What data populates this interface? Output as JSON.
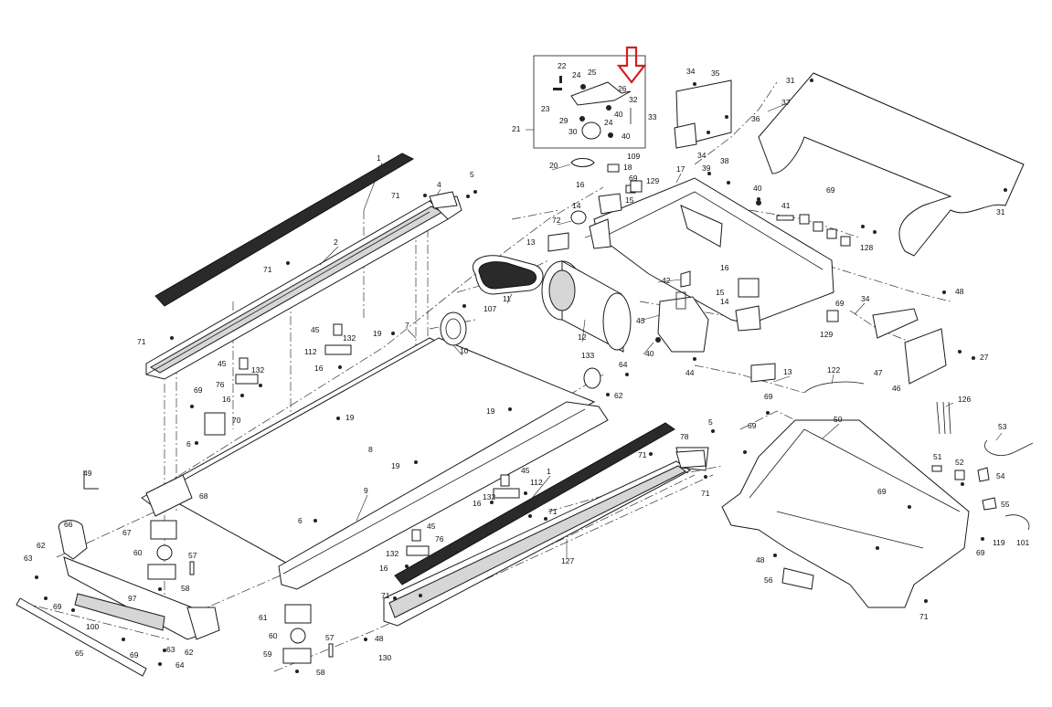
{
  "colors": {
    "highlight_arrow": "#d22020",
    "line": "#1a1a1a",
    "background": "#ffffff"
  },
  "icons": {
    "highlight": "down-arrow-icon"
  },
  "callouts": [
    {
      "id": "c1a",
      "text": "1"
    },
    {
      "id": "c1b",
      "text": "1"
    },
    {
      "id": "c2",
      "text": "2"
    },
    {
      "id": "c4",
      "text": "4"
    },
    {
      "id": "c5a",
      "text": "5"
    },
    {
      "id": "c5b",
      "text": "5"
    },
    {
      "id": "c6a",
      "text": "6"
    },
    {
      "id": "c6b",
      "text": "6"
    },
    {
      "id": "c7",
      "text": "7"
    },
    {
      "id": "c8",
      "text": "8"
    },
    {
      "id": "c9",
      "text": "9"
    },
    {
      "id": "c10",
      "text": "10"
    },
    {
      "id": "c11",
      "text": "11"
    },
    {
      "id": "c12",
      "text": "12"
    },
    {
      "id": "c13a",
      "text": "13"
    },
    {
      "id": "c13b",
      "text": "13"
    },
    {
      "id": "c14a",
      "text": "14"
    },
    {
      "id": "c14b",
      "text": "14"
    },
    {
      "id": "c15a",
      "text": "15"
    },
    {
      "id": "c15b",
      "text": "15"
    },
    {
      "id": "c16a",
      "text": "16"
    },
    {
      "id": "c16b",
      "text": "16"
    },
    {
      "id": "c16c",
      "text": "16"
    },
    {
      "id": "c16d",
      "text": "16"
    },
    {
      "id": "c16e",
      "text": "16"
    },
    {
      "id": "c16f",
      "text": "16"
    },
    {
      "id": "c17",
      "text": "17"
    },
    {
      "id": "c18",
      "text": "18"
    },
    {
      "id": "c19a",
      "text": "19"
    },
    {
      "id": "c19b",
      "text": "19"
    },
    {
      "id": "c19c",
      "text": "19"
    },
    {
      "id": "c19d",
      "text": "19"
    },
    {
      "id": "c20",
      "text": "20"
    },
    {
      "id": "c21",
      "text": "21"
    },
    {
      "id": "c22",
      "text": "22"
    },
    {
      "id": "c23",
      "text": "23"
    },
    {
      "id": "c24a",
      "text": "24"
    },
    {
      "id": "c24b",
      "text": "24"
    },
    {
      "id": "c25",
      "text": "25"
    },
    {
      "id": "c26",
      "text": "26"
    },
    {
      "id": "c27",
      "text": "27"
    },
    {
      "id": "c29",
      "text": "29"
    },
    {
      "id": "c30",
      "text": "30"
    },
    {
      "id": "c31a",
      "text": "31"
    },
    {
      "id": "c31b",
      "text": "31"
    },
    {
      "id": "c32",
      "text": "32"
    },
    {
      "id": "c33",
      "text": "33"
    },
    {
      "id": "c34a",
      "text": "34"
    },
    {
      "id": "c34b",
      "text": "34"
    },
    {
      "id": "c34c",
      "text": "34"
    },
    {
      "id": "c35",
      "text": "35"
    },
    {
      "id": "c36",
      "text": "36"
    },
    {
      "id": "c37",
      "text": "37"
    },
    {
      "id": "c38",
      "text": "38"
    },
    {
      "id": "c39",
      "text": "39"
    },
    {
      "id": "c40a",
      "text": "40"
    },
    {
      "id": "c40b",
      "text": "40"
    },
    {
      "id": "c40c",
      "text": "40"
    },
    {
      "id": "c40d",
      "text": "40"
    },
    {
      "id": "c41",
      "text": "41"
    },
    {
      "id": "c42",
      "text": "42"
    },
    {
      "id": "c43",
      "text": "43"
    },
    {
      "id": "c44",
      "text": "44"
    },
    {
      "id": "c45a",
      "text": "45"
    },
    {
      "id": "c45b",
      "text": "45"
    },
    {
      "id": "c45c",
      "text": "45"
    },
    {
      "id": "c45d",
      "text": "45"
    },
    {
      "id": "c46",
      "text": "46"
    },
    {
      "id": "c47",
      "text": "47"
    },
    {
      "id": "c48a",
      "text": "48"
    },
    {
      "id": "c48b",
      "text": "48"
    },
    {
      "id": "c48c",
      "text": "48"
    },
    {
      "id": "c49",
      "text": "49"
    },
    {
      "id": "c50",
      "text": "50"
    },
    {
      "id": "c51",
      "text": "51"
    },
    {
      "id": "c52",
      "text": "52"
    },
    {
      "id": "c53",
      "text": "53"
    },
    {
      "id": "c54",
      "text": "54"
    },
    {
      "id": "c55",
      "text": "55"
    },
    {
      "id": "c56",
      "text": "56"
    },
    {
      "id": "c57a",
      "text": "57"
    },
    {
      "id": "c57b",
      "text": "57"
    },
    {
      "id": "c58a",
      "text": "58"
    },
    {
      "id": "c58b",
      "text": "58"
    },
    {
      "id": "c59",
      "text": "59"
    },
    {
      "id": "c60a",
      "text": "60"
    },
    {
      "id": "c60b",
      "text": "60"
    },
    {
      "id": "c61",
      "text": "61"
    },
    {
      "id": "c62a",
      "text": "62"
    },
    {
      "id": "c62b",
      "text": "62"
    },
    {
      "id": "c62c",
      "text": "62"
    },
    {
      "id": "c63a",
      "text": "63"
    },
    {
      "id": "c63b",
      "text": "63"
    },
    {
      "id": "c64a",
      "text": "64"
    },
    {
      "id": "c64b",
      "text": "64"
    },
    {
      "id": "c65",
      "text": "65"
    },
    {
      "id": "c66",
      "text": "66"
    },
    {
      "id": "c67",
      "text": "67"
    },
    {
      "id": "c68",
      "text": "68"
    },
    {
      "id": "c69a",
      "text": "69"
    },
    {
      "id": "c69b",
      "text": "69"
    },
    {
      "id": "c69c",
      "text": "69"
    },
    {
      "id": "c69d",
      "text": "69"
    },
    {
      "id": "c69e",
      "text": "69"
    },
    {
      "id": "c69f",
      "text": "69"
    },
    {
      "id": "c69g",
      "text": "69"
    },
    {
      "id": "c69h",
      "text": "69"
    },
    {
      "id": "c69i",
      "text": "69"
    },
    {
      "id": "c69j",
      "text": "69"
    },
    {
      "id": "c70",
      "text": "70"
    },
    {
      "id": "c71a",
      "text": "71"
    },
    {
      "id": "c71b",
      "text": "71"
    },
    {
      "id": "c71c",
      "text": "71"
    },
    {
      "id": "c71d",
      "text": "71"
    },
    {
      "id": "c71e",
      "text": "71"
    },
    {
      "id": "c71f",
      "text": "71"
    },
    {
      "id": "c71g",
      "text": "71"
    },
    {
      "id": "c71h",
      "text": "71"
    },
    {
      "id": "c72",
      "text": "72"
    },
    {
      "id": "c76a",
      "text": "76"
    },
    {
      "id": "c76b",
      "text": "76"
    },
    {
      "id": "c78",
      "text": "78"
    },
    {
      "id": "c97",
      "text": "97"
    },
    {
      "id": "c100",
      "text": "100"
    },
    {
      "id": "c101",
      "text": "101"
    },
    {
      "id": "c107",
      "text": "107"
    },
    {
      "id": "c109",
      "text": "109"
    },
    {
      "id": "c112a",
      "text": "112"
    },
    {
      "id": "c112b",
      "text": "112"
    },
    {
      "id": "c119",
      "text": "119"
    },
    {
      "id": "c122",
      "text": "122"
    },
    {
      "id": "c126",
      "text": "126"
    },
    {
      "id": "c127",
      "text": "127"
    },
    {
      "id": "c128",
      "text": "128"
    },
    {
      "id": "c129a",
      "text": "129"
    },
    {
      "id": "c129b",
      "text": "129"
    },
    {
      "id": "c130",
      "text": "130"
    },
    {
      "id": "c132a",
      "text": "132"
    },
    {
      "id": "c132b",
      "text": "132"
    },
    {
      "id": "c132c",
      "text": "132"
    },
    {
      "id": "c132d",
      "text": "132"
    },
    {
      "id": "c133",
      "text": "133"
    }
  ]
}
